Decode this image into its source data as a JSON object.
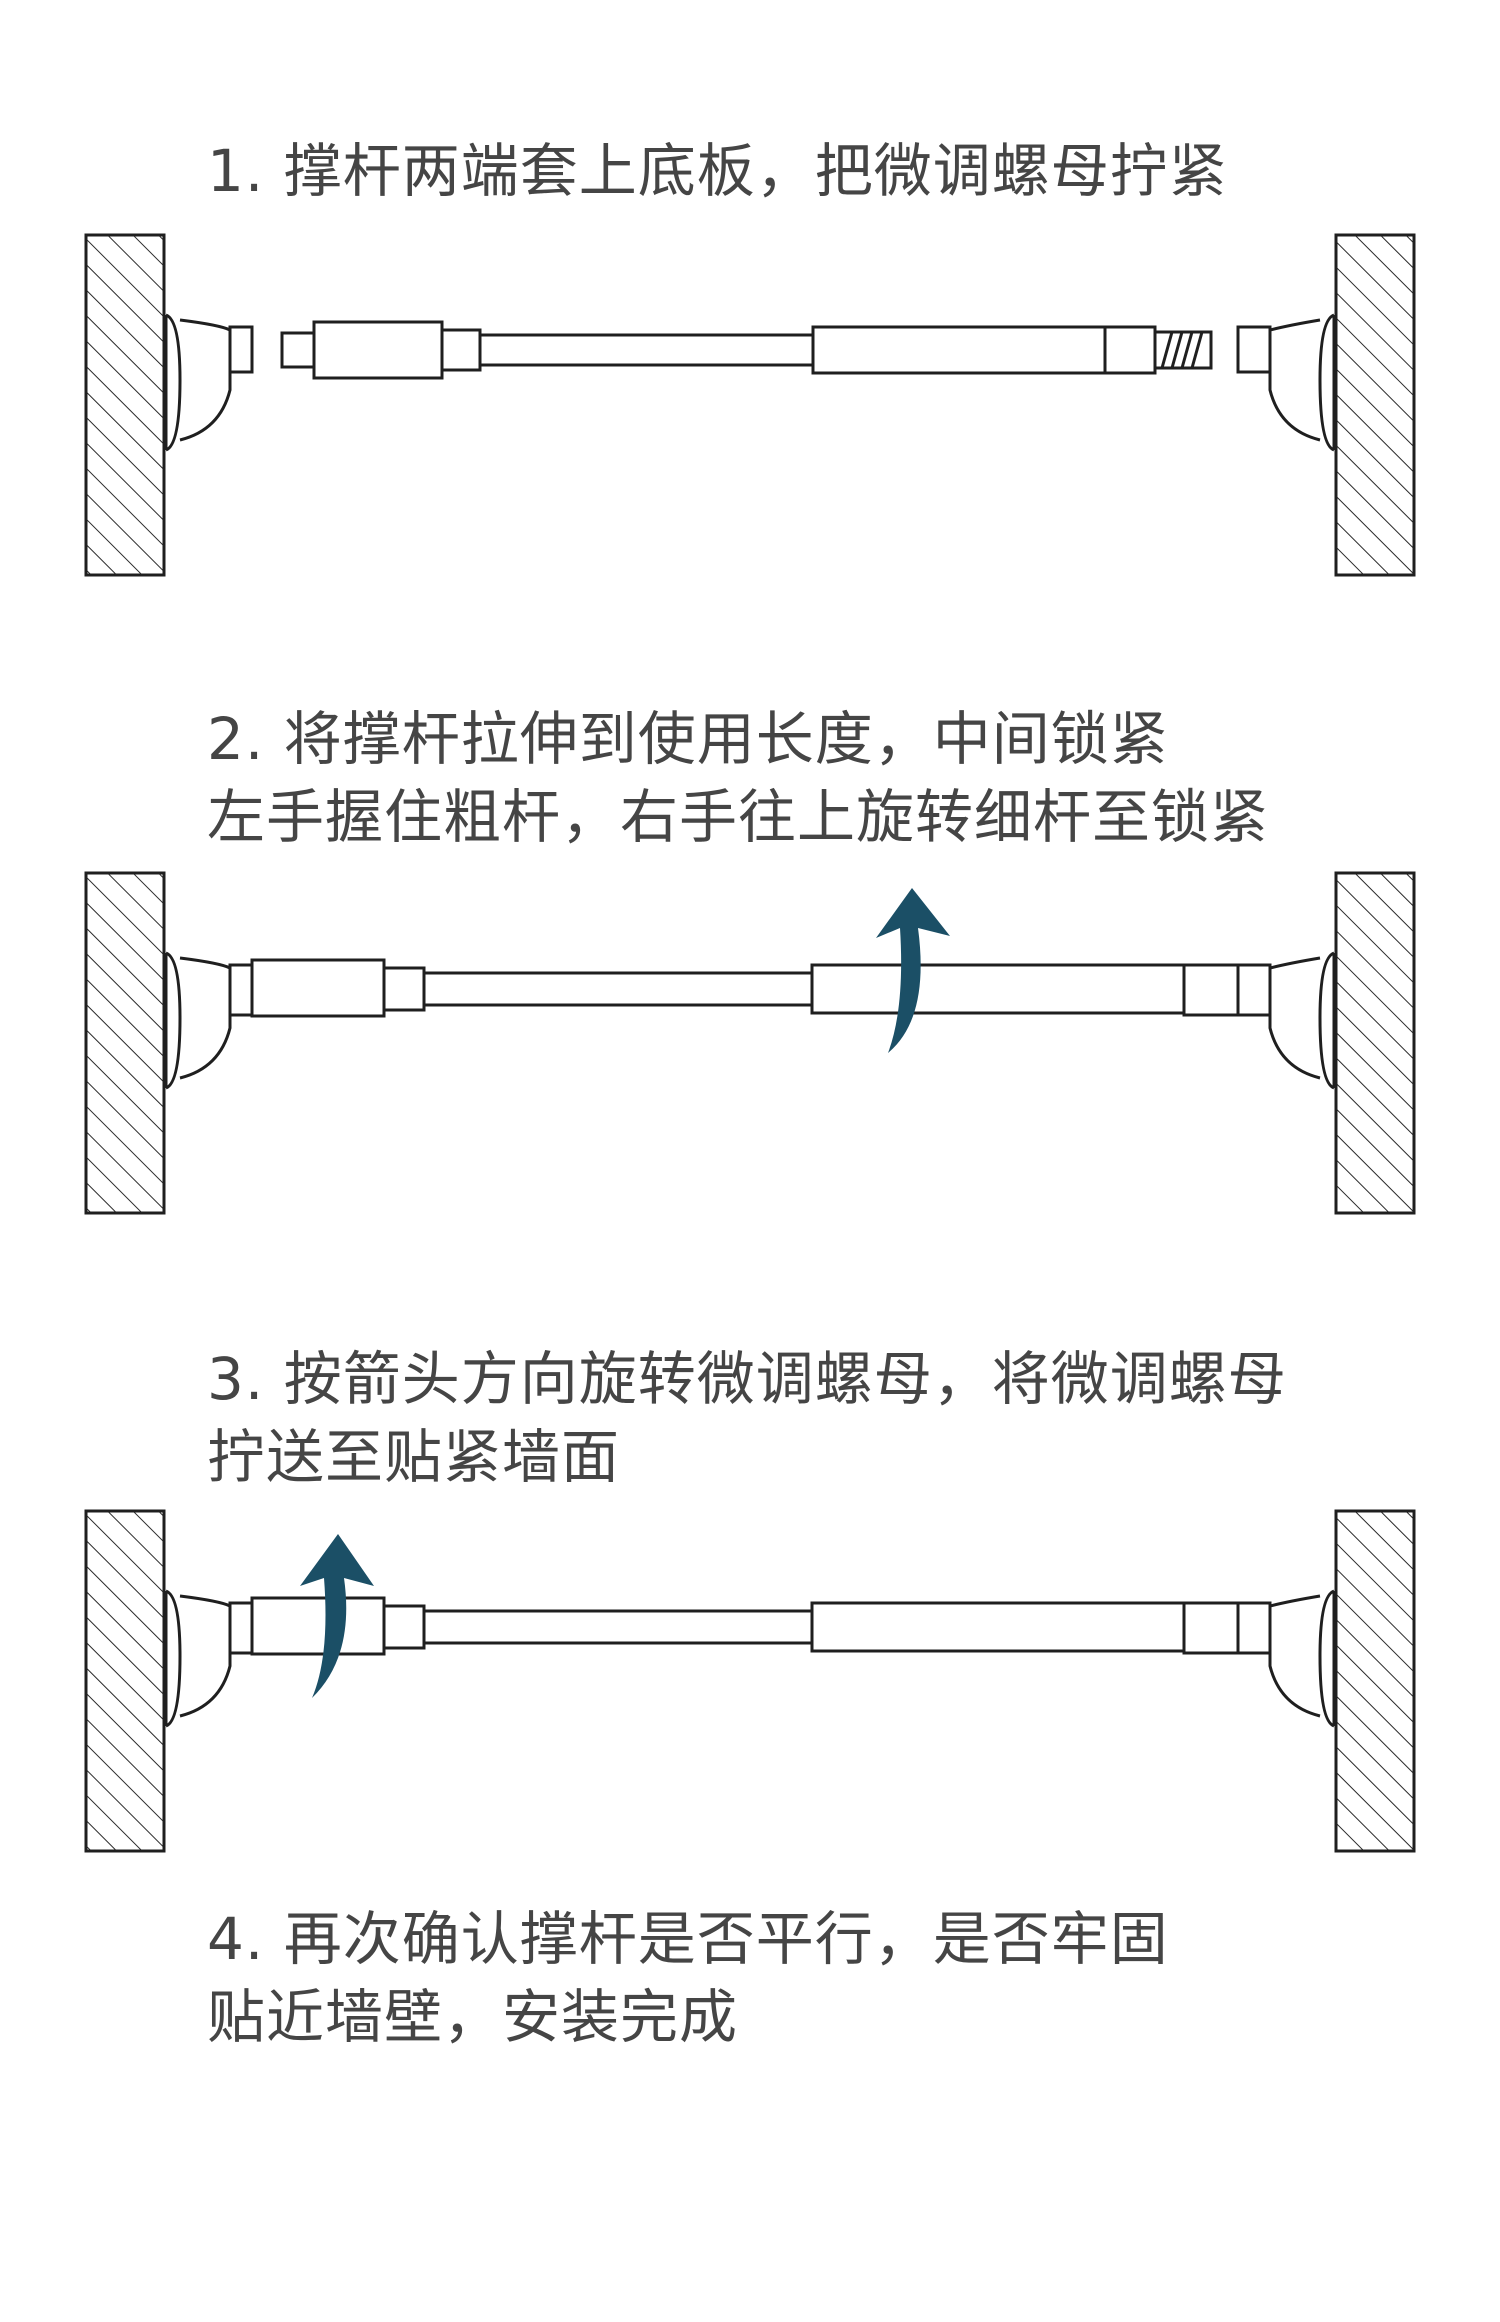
{
  "steps": [
    {
      "lines": [
        "1. 撑杆两端套上底板，把微调螺母拧紧"
      ]
    },
    {
      "lines": [
        "2. 将撑杆拉伸到使用长度，中间锁紧",
        "左手握住粗杆，右手往上旋转细杆至锁紧"
      ]
    },
    {
      "lines": [
        "3. 按箭头方向旋转微调螺母，将微调螺母",
        "拧送至贴紧墙面"
      ]
    },
    {
      "lines": [
        "4. 再次确认撑杆是否平行，是否牢固",
        "贴近墙壁，安装完成"
      ]
    }
  ],
  "colors": {
    "line": "#1f1f1f",
    "arrow": "#1b4f66",
    "text": "#454545"
  }
}
